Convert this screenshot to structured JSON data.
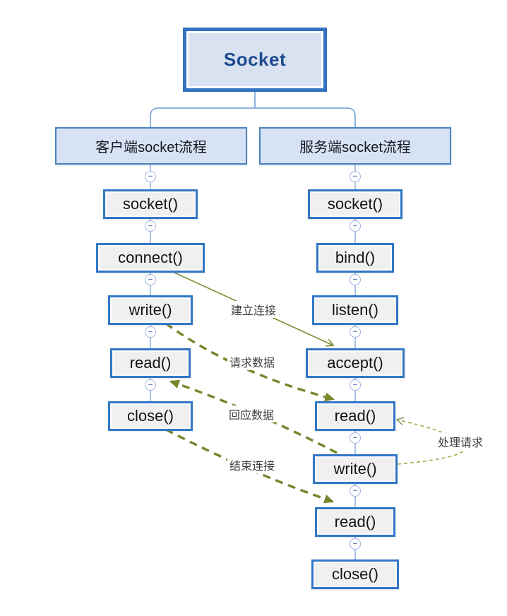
{
  "diagram": {
    "root": "Socket",
    "client": {
      "title": "客户端socket流程",
      "nodes": [
        "socket()",
        "connect()",
        "write()",
        "read()",
        "close()"
      ]
    },
    "server": {
      "title": "服务端socket流程",
      "nodes": [
        "socket()",
        "bind()",
        "listen()",
        "accept()",
        "read()",
        "write()",
        "read()",
        "close()"
      ]
    },
    "edges": [
      {
        "label": "建立连接",
        "from": "client connect()",
        "to": "server accept()",
        "style": "solid"
      },
      {
        "label": "请求数据",
        "from": "client write()",
        "to": "server read()",
        "style": "dashed"
      },
      {
        "label": "回应数据",
        "from": "server write()",
        "to": "client read()",
        "style": "dashed"
      },
      {
        "label": "结束连接",
        "from": "client close()",
        "to": "server read() 2nd",
        "style": "dashed"
      },
      {
        "label": "处理请求",
        "from": "server write()",
        "to": "server read()",
        "style": "dotted-thin"
      }
    ],
    "collapse_glyph": "−",
    "colors": {
      "node_border": "#3377c6",
      "node_fill": "#f0f0f0",
      "header_fill": "#d7e3f4",
      "root_fill": "#d9e2f1",
      "root_text": "#1d4a90",
      "tree_connector": "#6f9ed6",
      "toggle_border": "#a4b1e2",
      "arrow_olive": "#75862b",
      "arrow_thin": "#9cb04a",
      "label_text": "#3d3d3d"
    }
  }
}
